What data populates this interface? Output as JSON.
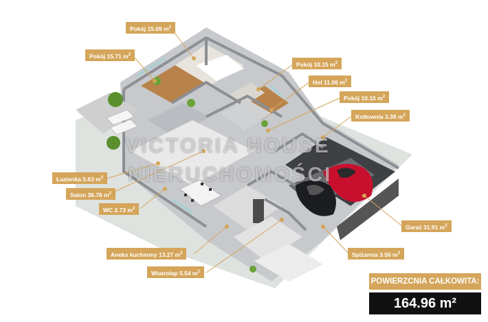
{
  "watermark": {
    "line1": "VICTORIA HOUSE",
    "line2": "NIERUCHOMOŚCI"
  },
  "rooms": [
    {
      "id": "pokoj-1509",
      "text": "Pokój 15.09 m"
    },
    {
      "id": "pokoj-1571",
      "text": "Pokój 15.71 m"
    },
    {
      "id": "pokoj-1015-a",
      "text": "Pokój 10.15 m"
    },
    {
      "id": "hol",
      "text": "Hol 11.06 m"
    },
    {
      "id": "pokoj-1015-b",
      "text": "Pokój 10.15 m"
    },
    {
      "id": "kotlownia",
      "text": "Kotłownia 3.39 m"
    },
    {
      "id": "lazienka",
      "text": "Łazienka 5.63 m"
    },
    {
      "id": "salon",
      "text": "Salon 36.76 m"
    },
    {
      "id": "wc",
      "text": "WC 2.73 m"
    },
    {
      "id": "garaz",
      "text": "Garaż 31.91 m"
    },
    {
      "id": "aneks",
      "text": "Aneks kuchenny 13.27 m"
    },
    {
      "id": "spizarnia",
      "text": "Spiżarnia 3.56 m"
    },
    {
      "id": "wiatrolap",
      "text": "Wiatrołap 5.54 m"
    }
  ],
  "unit_superscript": "2",
  "total": {
    "title": "POWIERZCNIA CAŁKOWITA:",
    "value": "164.96 m²"
  },
  "colors": {
    "label_bg": "#d4a55a",
    "total_value_bg": "#111111",
    "car": "#c8102e"
  }
}
